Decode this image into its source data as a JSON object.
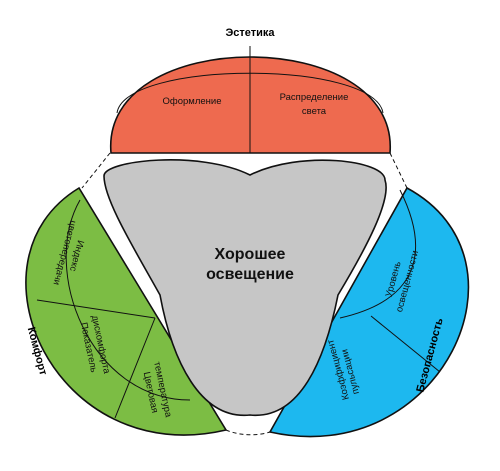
{
  "center": {
    "line1": "Хорошее",
    "line2": "освещение",
    "color": "#c6c6c6"
  },
  "top": {
    "title": "Эстетика",
    "color": "#ee6a4f",
    "items": [
      "Оформление",
      "Распределение",
      "света"
    ]
  },
  "left": {
    "title": "Комфорт",
    "color": "#7cbd44",
    "items": [
      [
        "Индекс",
        "цветопередачи"
      ],
      [
        "Показатель",
        "дискомфорта"
      ],
      [
        "Цветовая",
        "температура"
      ]
    ]
  },
  "right": {
    "title": "Безопасность",
    "color": "#1db8ef",
    "items": [
      [
        "Уровень",
        "освещенности"
      ],
      [
        "Коэффициент",
        "пульсации"
      ]
    ]
  }
}
